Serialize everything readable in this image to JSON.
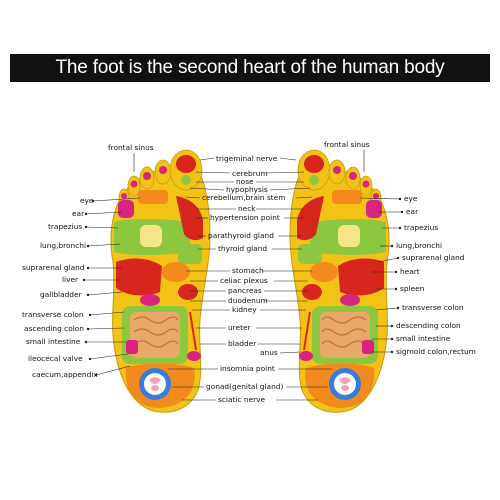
{
  "title": "The foot is the second heart of the human body",
  "left_labels": [
    {
      "id": "frontal-sinus-left",
      "text": "frontal sinus"
    },
    {
      "id": "eye-left",
      "text": "eye"
    },
    {
      "id": "ear-left",
      "text": "ear"
    },
    {
      "id": "trapezius-left",
      "text": "trapezius"
    },
    {
      "id": "lung-bronchi-left",
      "text": "lung,bronchi"
    },
    {
      "id": "suprarenal-gland-left",
      "text": "suprarenal gland"
    },
    {
      "id": "liver",
      "text": "liver"
    },
    {
      "id": "gallbladder",
      "text": "gallbladder"
    },
    {
      "id": "transverse-colon-left",
      "text": "transverse colon"
    },
    {
      "id": "ascending-colon",
      "text": "ascending colon"
    },
    {
      "id": "small-intestine-left",
      "text": "small intestine"
    },
    {
      "id": "ileocecal-valve",
      "text": "ileocecal valve"
    },
    {
      "id": "caecum-appendix",
      "text": "caecum,appendix"
    }
  ],
  "center_labels": [
    {
      "id": "trigeminal-nerve",
      "text": "trigeminal nerve"
    },
    {
      "id": "cerebrum",
      "text": "cerebrum"
    },
    {
      "id": "nose",
      "text": "nose"
    },
    {
      "id": "hypophysis",
      "text": "hypophysis"
    },
    {
      "id": "cerebellum-brain-stem",
      "text": "cerebellum,brain stem"
    },
    {
      "id": "neck",
      "text": "neck"
    },
    {
      "id": "hypertension-point",
      "text": "hypertension point"
    },
    {
      "id": "parathyroid-gland",
      "text": "parathyroid gland"
    },
    {
      "id": "thyroid-gland",
      "text": "thyroid gland"
    },
    {
      "id": "stomach",
      "text": "stomach"
    },
    {
      "id": "celiac-plexus",
      "text": "celiac plexus"
    },
    {
      "id": "pancreas",
      "text": "pancreas"
    },
    {
      "id": "duodenum",
      "text": "duodenum"
    },
    {
      "id": "kidney",
      "text": "kidney"
    },
    {
      "id": "ureter",
      "text": "ureter"
    },
    {
      "id": "bladder",
      "text": "bladder"
    },
    {
      "id": "anus",
      "text": "anus"
    },
    {
      "id": "insomnia-point",
      "text": "insomnia point"
    },
    {
      "id": "gonad",
      "text": "gonad(genital gland)"
    },
    {
      "id": "sciatic-nerve",
      "text": "sciatic nerve"
    }
  ],
  "right_labels": [
    {
      "id": "frontal-sinus-right",
      "text": "frontal sinus"
    },
    {
      "id": "eye-right",
      "text": "eye"
    },
    {
      "id": "ear-right",
      "text": "ear"
    },
    {
      "id": "trapezius-right",
      "text": "trapezius"
    },
    {
      "id": "lung-bronchi-right",
      "text": "lung,bronchi"
    },
    {
      "id": "suprarenal-gland-right",
      "text": "suprarenal gland"
    },
    {
      "id": "heart",
      "text": "heart"
    },
    {
      "id": "spleen",
      "text": "spleen"
    },
    {
      "id": "transverse-colon-right",
      "text": "transverse colon"
    },
    {
      "id": "descending-colon",
      "text": "descending colon"
    },
    {
      "id": "small-intestine-right",
      "text": "small intestine"
    },
    {
      "id": "sigmoid-colon-rectum",
      "text": "sigmoid colon,rectum"
    }
  ],
  "colors": {
    "foot_base": "#f2c316",
    "green_zone": "#8dc63f",
    "red_zone": "#d7261e",
    "magenta_zone": "#d6247f",
    "orange_zone": "#f28a1e",
    "intestine": "#e8a86a",
    "heel": "#f4d64a"
  }
}
